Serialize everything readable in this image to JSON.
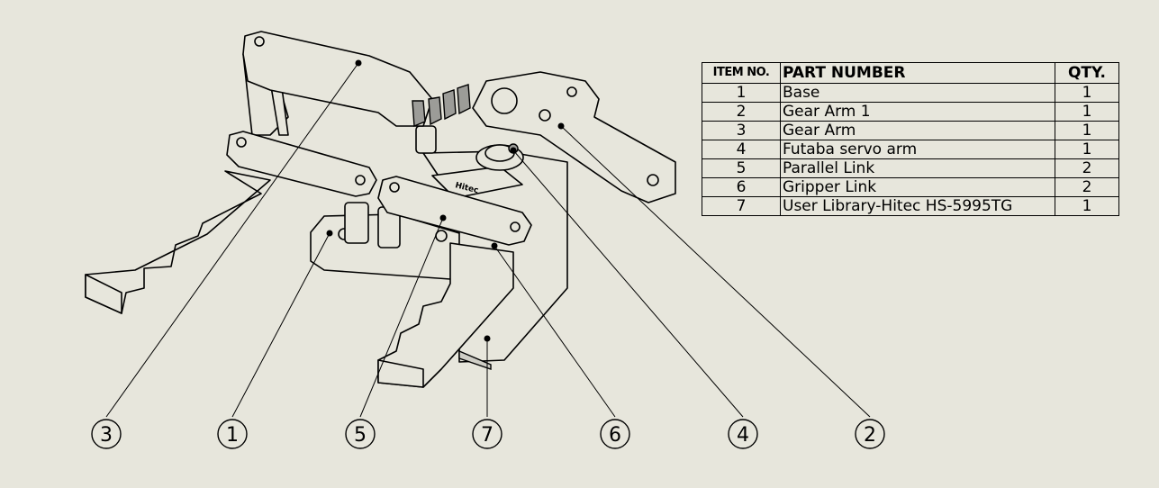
{
  "bom": {
    "headers": {
      "item": "ITEM NO.",
      "part": "PART NUMBER",
      "qty": "QTY."
    },
    "rows": [
      {
        "item": "1",
        "part": "Base",
        "qty": "1"
      },
      {
        "item": "2",
        "part": "Gear  Arm  1",
        "qty": "1"
      },
      {
        "item": "3",
        "part": "Gear  Arm",
        "qty": "1"
      },
      {
        "item": "4",
        "part": "Futaba servo arm",
        "qty": "1"
      },
      {
        "item": "5",
        "part": "Parallel Link",
        "qty": "2"
      },
      {
        "item": "6",
        "part": "Gripper Link",
        "qty": "2"
      },
      {
        "item": "7",
        "part": "User Library-Hitec HS-5995TG",
        "qty": "1"
      }
    ]
  },
  "balloons": [
    "3",
    "1",
    "5",
    "7",
    "6",
    "4",
    "2"
  ],
  "servo_label": "Hitec",
  "colors": {
    "background": "#e7e6dc",
    "line": "#000000",
    "gear_shade": "#9c9c98"
  }
}
